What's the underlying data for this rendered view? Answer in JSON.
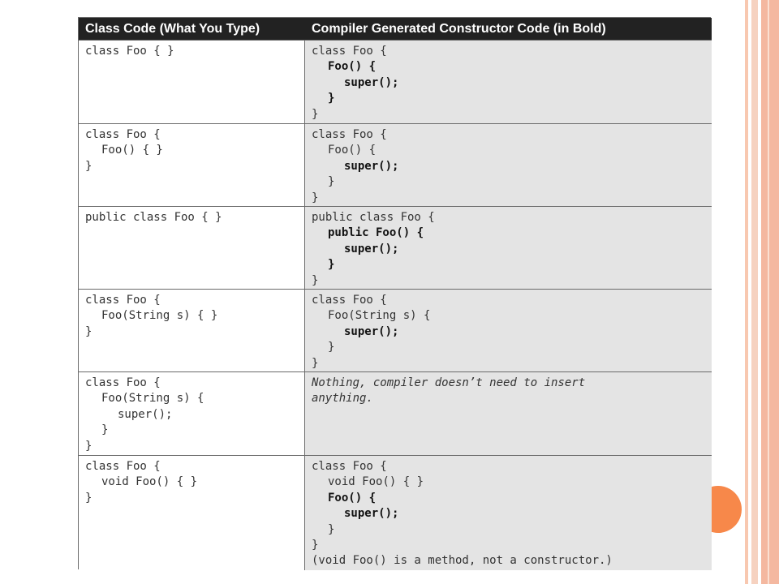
{
  "table": {
    "headers": [
      "Class Code (What You Type)",
      "Compiler Generated Constructor Code (in Bold)"
    ],
    "rows": [
      {
        "left": [
          {
            "text": "class Foo { }",
            "indent": 0,
            "bold": false
          }
        ],
        "right": [
          {
            "text": "class Foo {",
            "indent": 0,
            "bold": false
          },
          {
            "text": "Foo() {",
            "indent": 1,
            "bold": true
          },
          {
            "text": "super();",
            "indent": 2,
            "bold": true
          },
          {
            "text": "}",
            "indent": 1,
            "bold": true
          },
          {
            "text": "}",
            "indent": 0,
            "bold": false
          }
        ]
      },
      {
        "left": [
          {
            "text": "class Foo {",
            "indent": 0,
            "bold": false
          },
          {
            "text": "Foo() { }",
            "indent": 1,
            "bold": false
          },
          {
            "text": "}",
            "indent": 0,
            "bold": false
          }
        ],
        "right": [
          {
            "text": "class Foo {",
            "indent": 0,
            "bold": false
          },
          {
            "text": "Foo() {",
            "indent": 1,
            "bold": false
          },
          {
            "text": "super();",
            "indent": 2,
            "bold": true
          },
          {
            "text": "}",
            "indent": 1,
            "bold": false
          },
          {
            "text": "}",
            "indent": 0,
            "bold": false
          }
        ]
      },
      {
        "left": [
          {
            "text": "public class Foo { }",
            "indent": 0,
            "bold": false
          }
        ],
        "right": [
          {
            "text": "public class Foo {",
            "indent": 0,
            "bold": false
          },
          {
            "text": "public Foo() {",
            "indent": 1,
            "bold": true
          },
          {
            "text": "super();",
            "indent": 2,
            "bold": true
          },
          {
            "text": "}",
            "indent": 1,
            "bold": true
          },
          {
            "text": "}",
            "indent": 0,
            "bold": false
          }
        ]
      },
      {
        "left": [
          {
            "text": "class Foo {",
            "indent": 0,
            "bold": false
          },
          {
            "text": "Foo(String s) { }",
            "indent": 1,
            "bold": false
          },
          {
            "text": "}",
            "indent": 0,
            "bold": false
          }
        ],
        "right": [
          {
            "text": "class Foo {",
            "indent": 0,
            "bold": false
          },
          {
            "text": "Foo(String s) {",
            "indent": 1,
            "bold": false
          },
          {
            "text": "super();",
            "indent": 2,
            "bold": true
          },
          {
            "text": "}",
            "indent": 1,
            "bold": false
          },
          {
            "text": "}",
            "indent": 0,
            "bold": false
          }
        ]
      },
      {
        "left": [
          {
            "text": "class Foo {",
            "indent": 0,
            "bold": false
          },
          {
            "text": "Foo(String s) {",
            "indent": 1,
            "bold": false
          },
          {
            "text": "super();",
            "indent": 2,
            "bold": false
          },
          {
            "text": "}",
            "indent": 1,
            "bold": false
          },
          {
            "text": "}",
            "indent": 0,
            "bold": false
          }
        ],
        "right": [
          {
            "text": "Nothing, compiler doesn’t need to insert",
            "indent": 0,
            "bold": false,
            "italic": true
          },
          {
            "text": "anything.",
            "indent": 0,
            "bold": false,
            "italic": true
          }
        ]
      },
      {
        "left": [
          {
            "text": "class Foo {",
            "indent": 0,
            "bold": false
          },
          {
            "text": "void Foo() { }",
            "indent": 1,
            "bold": false
          },
          {
            "text": "}",
            "indent": 0,
            "bold": false
          }
        ],
        "right": [
          {
            "text": "class Foo {",
            "indent": 0,
            "bold": false
          },
          {
            "text": "void Foo() { }",
            "indent": 1,
            "bold": false
          },
          {
            "text": "Foo() {",
            "indent": 1,
            "bold": true
          },
          {
            "text": "super();",
            "indent": 2,
            "bold": true
          },
          {
            "text": "}",
            "indent": 1,
            "bold": false
          },
          {
            "text": "}",
            "indent": 0,
            "bold": false
          },
          {
            "text": "(void Foo() is a method, not a constructor.)",
            "indent": 0,
            "bold": false,
            "italic": false
          }
        ]
      }
    ]
  }
}
